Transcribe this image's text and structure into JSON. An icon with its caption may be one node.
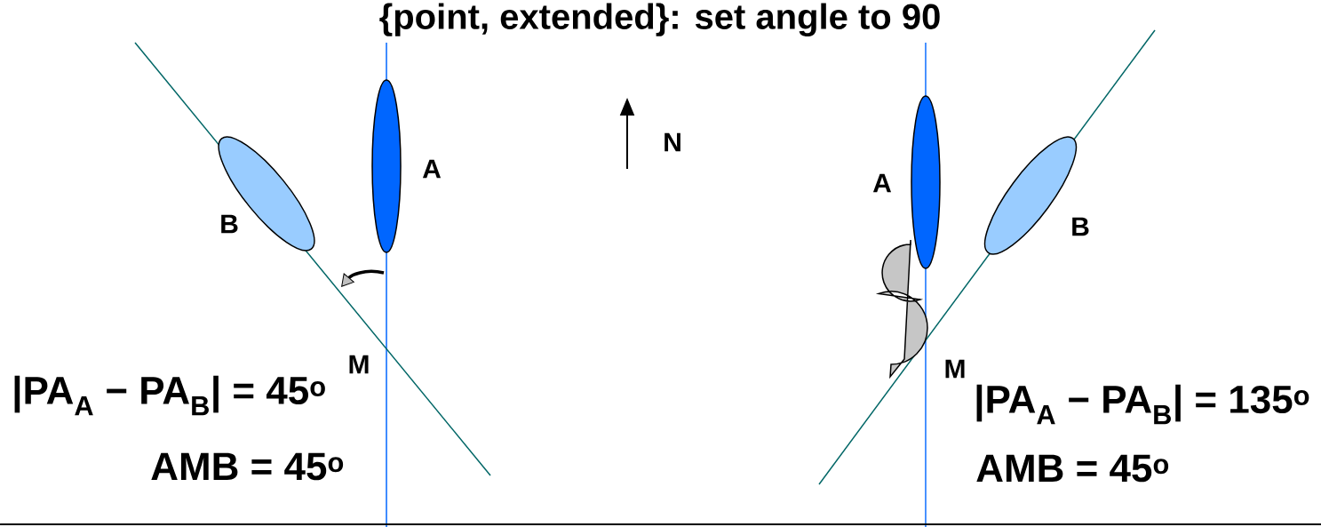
{
  "diagram": {
    "title": "{point, extended}: set angle to 90",
    "nodes": [
      {
        "text": [
          "B"
        ]
      },
      {
        "text": [
          "A"
        ]
      },
      {
        "text": [
          "A"
        ]
      },
      {
        "text": [
          "B"
        ]
      }
    ],
    "edges": [],
    "labels": [
      "N",
      "M",
      "M",
      "|PA$_{A}$ − PA$_{B}$| = 45$^{o}$",
      "|PA$_{A}$ − PA$_{B}$| = 135$^{o}$",
      "AMB = 45$^{o}$",
      "AMB = 45$^{o}$"
    ]
  }
}
